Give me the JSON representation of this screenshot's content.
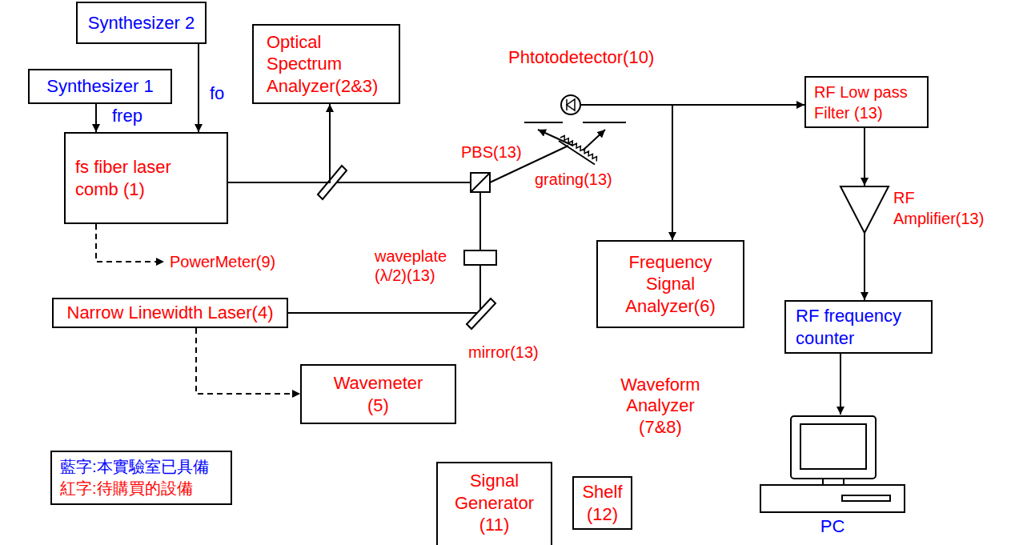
{
  "diagram": {
    "nodes": [
      {
        "text": [
          "Synthesizer 2"
        ]
      },
      {
        "text": [
          "Synthesizer 1"
        ]
      },
      {
        "text": [
          "Optical Spectrum Analyzer(2&3)"
        ]
      },
      {
        "text": [
          "fs fiber laser comb (1)"
        ]
      },
      {
        "text": [
          "Phtotodetector(10)"
        ]
      },
      {
        "text": [
          "RF Low pass Filter (13)"
        ]
      },
      {
        "text": [
          "RF Amplifier(13)"
        ]
      },
      {
        "text": [
          "Frequency Signal Analyzer(6)"
        ]
      },
      {
        "text": [
          "Narrow Linewidth Laser(4)"
        ]
      },
      {
        "text": [
          "RF frequency counter"
        ]
      },
      {
        "text": [
          "Wavemeter (5)"
        ]
      },
      {
        "text": [
          "PC"
        ]
      },
      {
        "text": [
          "Signal Generator (11)"
        ]
      },
      {
        "text": [
          "Shelf (12)"
        ]
      }
    ],
    "edges": [
      {
        "from": 1,
        "to": 3,
        "arrow": "to",
        "label": "frep"
      },
      {
        "from": 0,
        "to": 3,
        "arrow": "to",
        "label": "fo"
      },
      {
        "from": 3,
        "to": 2,
        "arrow": "to"
      },
      {
        "from": 8,
        "to": 10,
        "arrow": "to"
      },
      {
        "from": 4,
        "to": 5,
        "arrow": "to"
      },
      {
        "from": 4,
        "to": 7,
        "arrow": "to"
      },
      {
        "from": 5,
        "to": 6,
        "arrow": "to"
      },
      {
        "from": 6,
        "to": 9,
        "arrow": "to"
      },
      {
        "from": 9,
        "to": 11,
        "arrow": "to"
      }
    ],
    "labels": [
      "PowerMeter(9)",
      "PBS(13)",
      "grating(13)",
      "waveplate (λ/2)(13)",
      "mirror(13)",
      "Waveform Analyzer (7&8)"
    ],
    "legend": [
      {
        "text": "藍字:本實驗室已具備",
        "color": "#0000ff"
      },
      {
        "text": "紅字:待購買的設備",
        "color": "#ff0000"
      }
    ]
  }
}
